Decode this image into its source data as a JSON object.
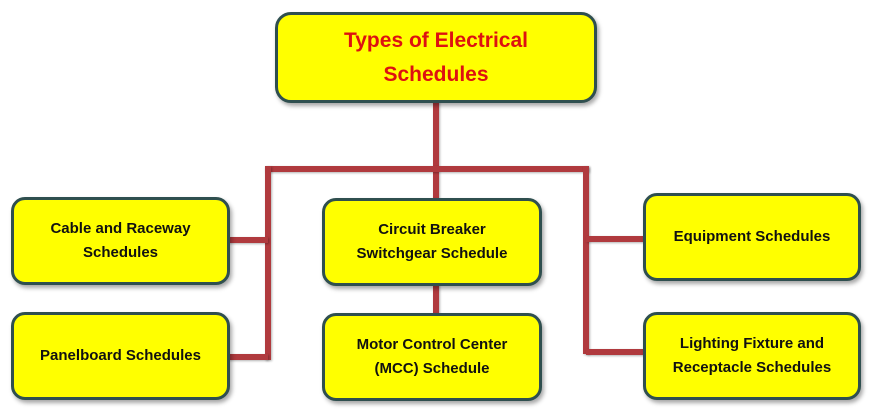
{
  "diagram": {
    "title": {
      "line1": "Types of Electrical",
      "line2": "Schedules"
    },
    "nodes": [
      {
        "id": "cable-raceway",
        "line1": "Cable and Raceway",
        "line2": "Schedules"
      },
      {
        "id": "panelboard",
        "line1": "Panelboard Schedules",
        "line2": ""
      },
      {
        "id": "circuit-breaker",
        "line1": "Circuit Breaker",
        "line2": "Switchgear Schedule"
      },
      {
        "id": "mcc",
        "line1": "Motor Control Center",
        "line2": "(MCC) Schedule"
      },
      {
        "id": "equipment",
        "line1": "Equipment Schedules",
        "line2": ""
      },
      {
        "id": "lighting",
        "line1": "Lighting Fixture and",
        "line2": "Receptacle Schedules"
      }
    ],
    "colors": {
      "box_fill": "#ffff00",
      "box_border": "#2f4f4f",
      "connector": "#b03a3e",
      "title_text": "#dd1111"
    }
  }
}
